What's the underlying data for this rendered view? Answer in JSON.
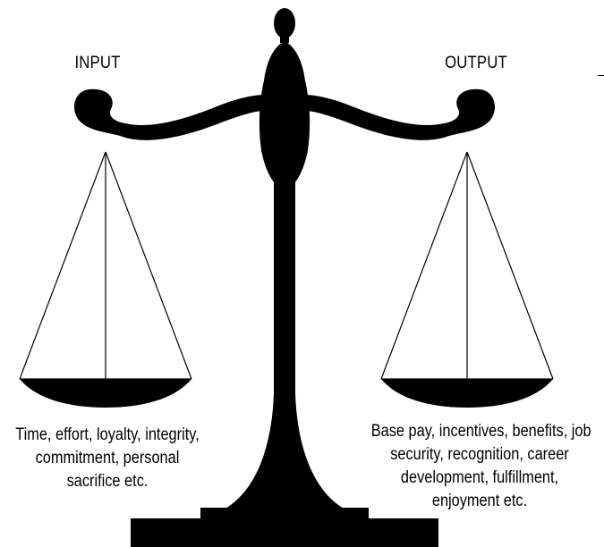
{
  "input": {
    "title": "INPUT",
    "caption_lines": [
      "Time, effort, loyalty, integrity,",
      "commitment, personal",
      "sacrifice etc."
    ]
  },
  "output": {
    "title": "OUTPUT",
    "caption_lines": [
      "Base pay, incentives, benefits, job",
      "security, recognition, career",
      "development, fulfillment,",
      "enjoyment etc."
    ]
  },
  "colors": {
    "ink": "#000000",
    "background": "#ffffff"
  }
}
